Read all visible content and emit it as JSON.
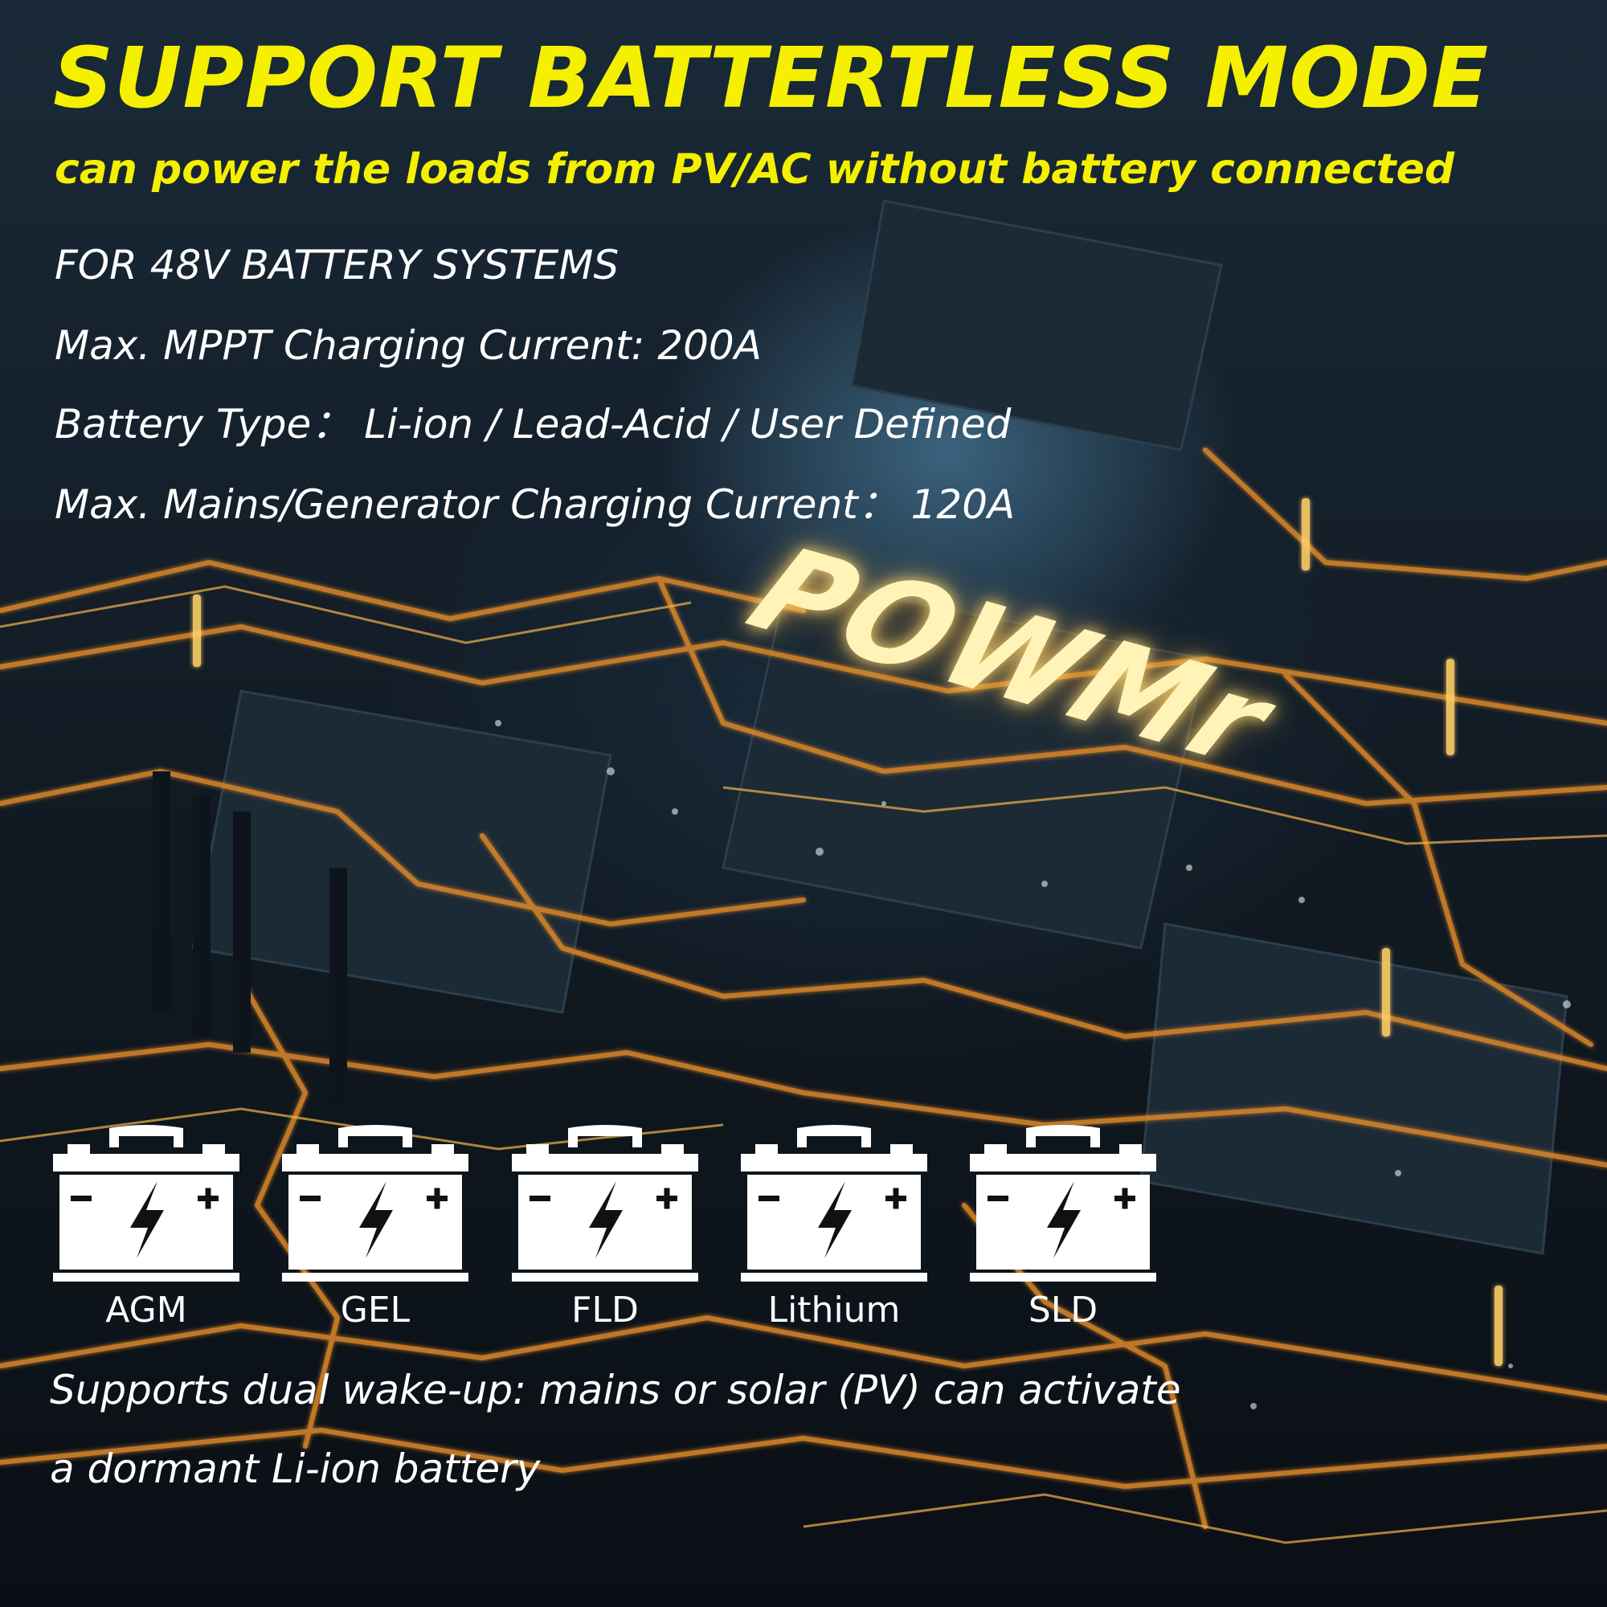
{
  "headline": "SUPPORT BATTERTLESS MODE",
  "subheadline": "can power the loads from PV/AC without battery connected",
  "specs": [
    "FOR 48V BATTERY SYSTEMS",
    "Max. MPPT Charging Current: 200A",
    "Battery Type： Li-ion / Lead-Acid / User Defined",
    "Max. Mains/Generator Charging Current： 120A"
  ],
  "brand": "POWMr",
  "battery_types": [
    {
      "label": "AGM",
      "icon": "battery-icon"
    },
    {
      "label": "GEL",
      "icon": "battery-icon"
    },
    {
      "label": "FLD",
      "icon": "battery-icon"
    },
    {
      "label": "Lithium",
      "icon": "battery-icon"
    },
    {
      "label": "SLD",
      "icon": "battery-icon"
    }
  ],
  "wake_up_note": [
    "Supports dual wake-up: mains or solar (PV) can activate",
    "a dormant Li-ion battery"
  ],
  "colors": {
    "headline": "#f4f000",
    "body_text": "#ffffff",
    "circuit_trace": "#e08a2c",
    "brand_glow": "#fff3b8"
  }
}
